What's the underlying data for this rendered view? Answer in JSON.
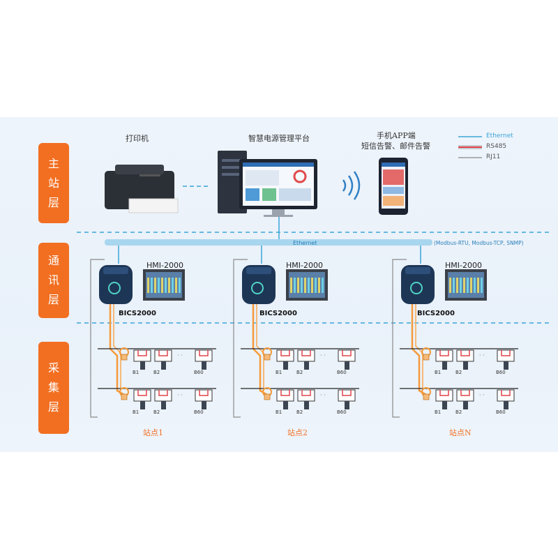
{
  "layers": [
    {
      "id": "master",
      "chars": [
        "主",
        "站",
        "层"
      ]
    },
    {
      "id": "comm",
      "chars": [
        "通",
        "讯",
        "层"
      ]
    },
    {
      "id": "collect",
      "chars": [
        "采",
        "集",
        "层"
      ]
    }
  ],
  "top": {
    "printer_label": "打印机",
    "platform_label": "智慧电源管理平台",
    "app_label_1": "手机APP端",
    "app_label_2": "短信告警、邮件告警"
  },
  "legend": {
    "items": [
      {
        "label": "Ethernet",
        "color": "#3aa5d8"
      },
      {
        "label": "RS485",
        "color": "#e0434a"
      },
      {
        "label": "RJ11",
        "color": "#9a9a9a"
      }
    ]
  },
  "bus": {
    "label": "Ethernet",
    "protocols": "(Modbus-RTU, Modbus-TCP, SNMP)"
  },
  "sites": [
    {
      "hmi": "HMI-2000",
      "controller": "BICS2000",
      "name_prefix": "站点",
      "name_suffix": "1",
      "batteries": [
        "B1",
        "B2",
        "B60"
      ]
    },
    {
      "hmi": "HMI-2000",
      "controller": "BICS2000",
      "name_prefix": "站点",
      "name_suffix": "2",
      "batteries": [
        "B1",
        "B2",
        "B60"
      ]
    },
    {
      "hmi": "HMI-2000",
      "controller": "BICS2000",
      "name_prefix": "站点",
      "name_suffix": "N",
      "batteries": [
        "B1",
        "B2",
        "B60"
      ]
    }
  ]
}
